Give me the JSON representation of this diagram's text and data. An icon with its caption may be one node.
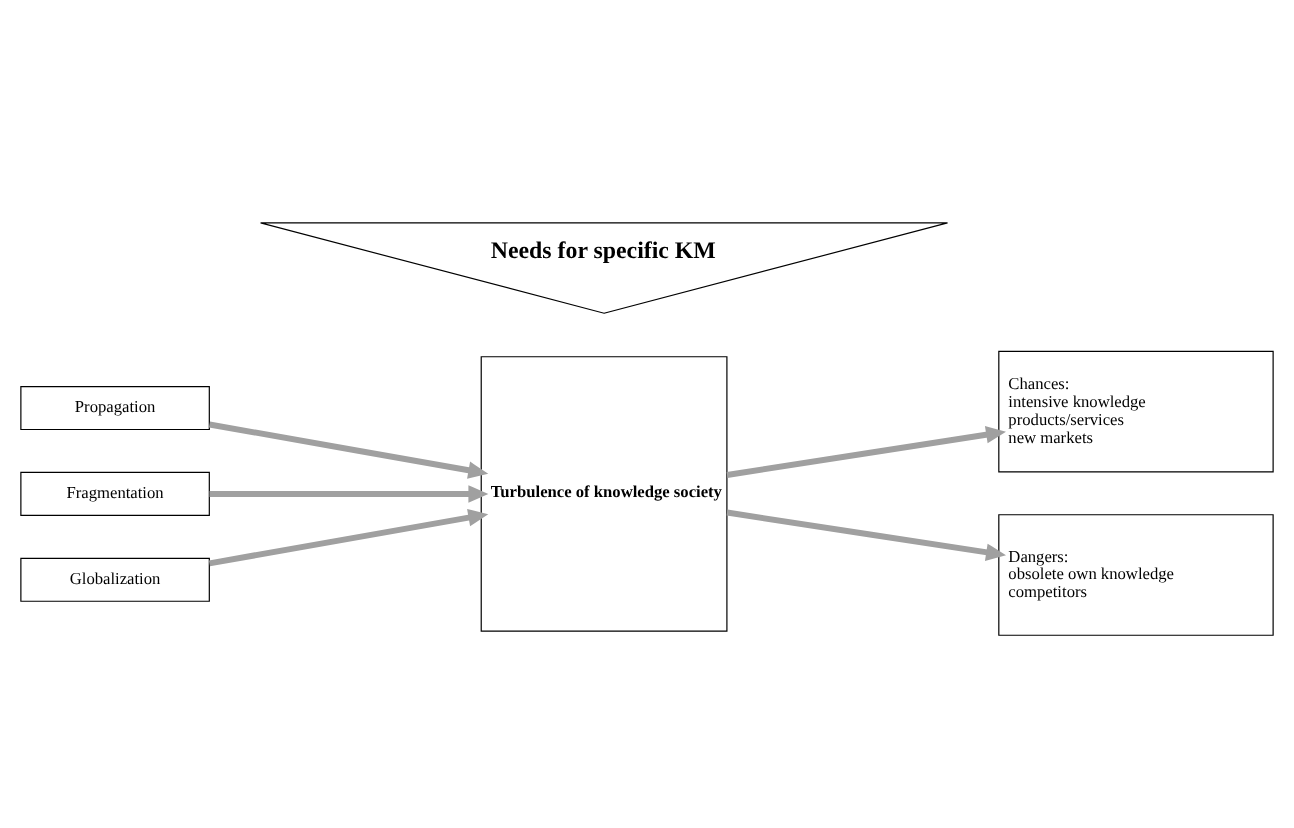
{
  "diagram": {
    "nodes": [
      {
        "text": [
          "Propagation"
        ]
      },
      {
        "text": [
          "Fragmentation"
        ]
      },
      {
        "text": [
          "Globalization"
        ]
      },
      {
        "text": [
          "Turbulence of knowledge society"
        ]
      },
      {
        "text": [
          "Chances:",
          "intensive knowledge",
          "products/services",
          "new markets"
        ]
      },
      {
        "text": [
          "Dangers:",
          "obsolete own knowledge",
          "competitors"
        ]
      },
      {
        "text": [
          "Needs for specific KM"
        ]
      }
    ],
    "edges": [
      {
        "from": 0,
        "to": 3,
        "arrow": "to"
      },
      {
        "from": 1,
        "to": 3,
        "arrow": "to"
      },
      {
        "from": 2,
        "to": 3,
        "arrow": "to"
      },
      {
        "from": 3,
        "to": 4,
        "arrow": "to"
      },
      {
        "from": 3,
        "to": 5,
        "arrow": "to"
      }
    ]
  }
}
